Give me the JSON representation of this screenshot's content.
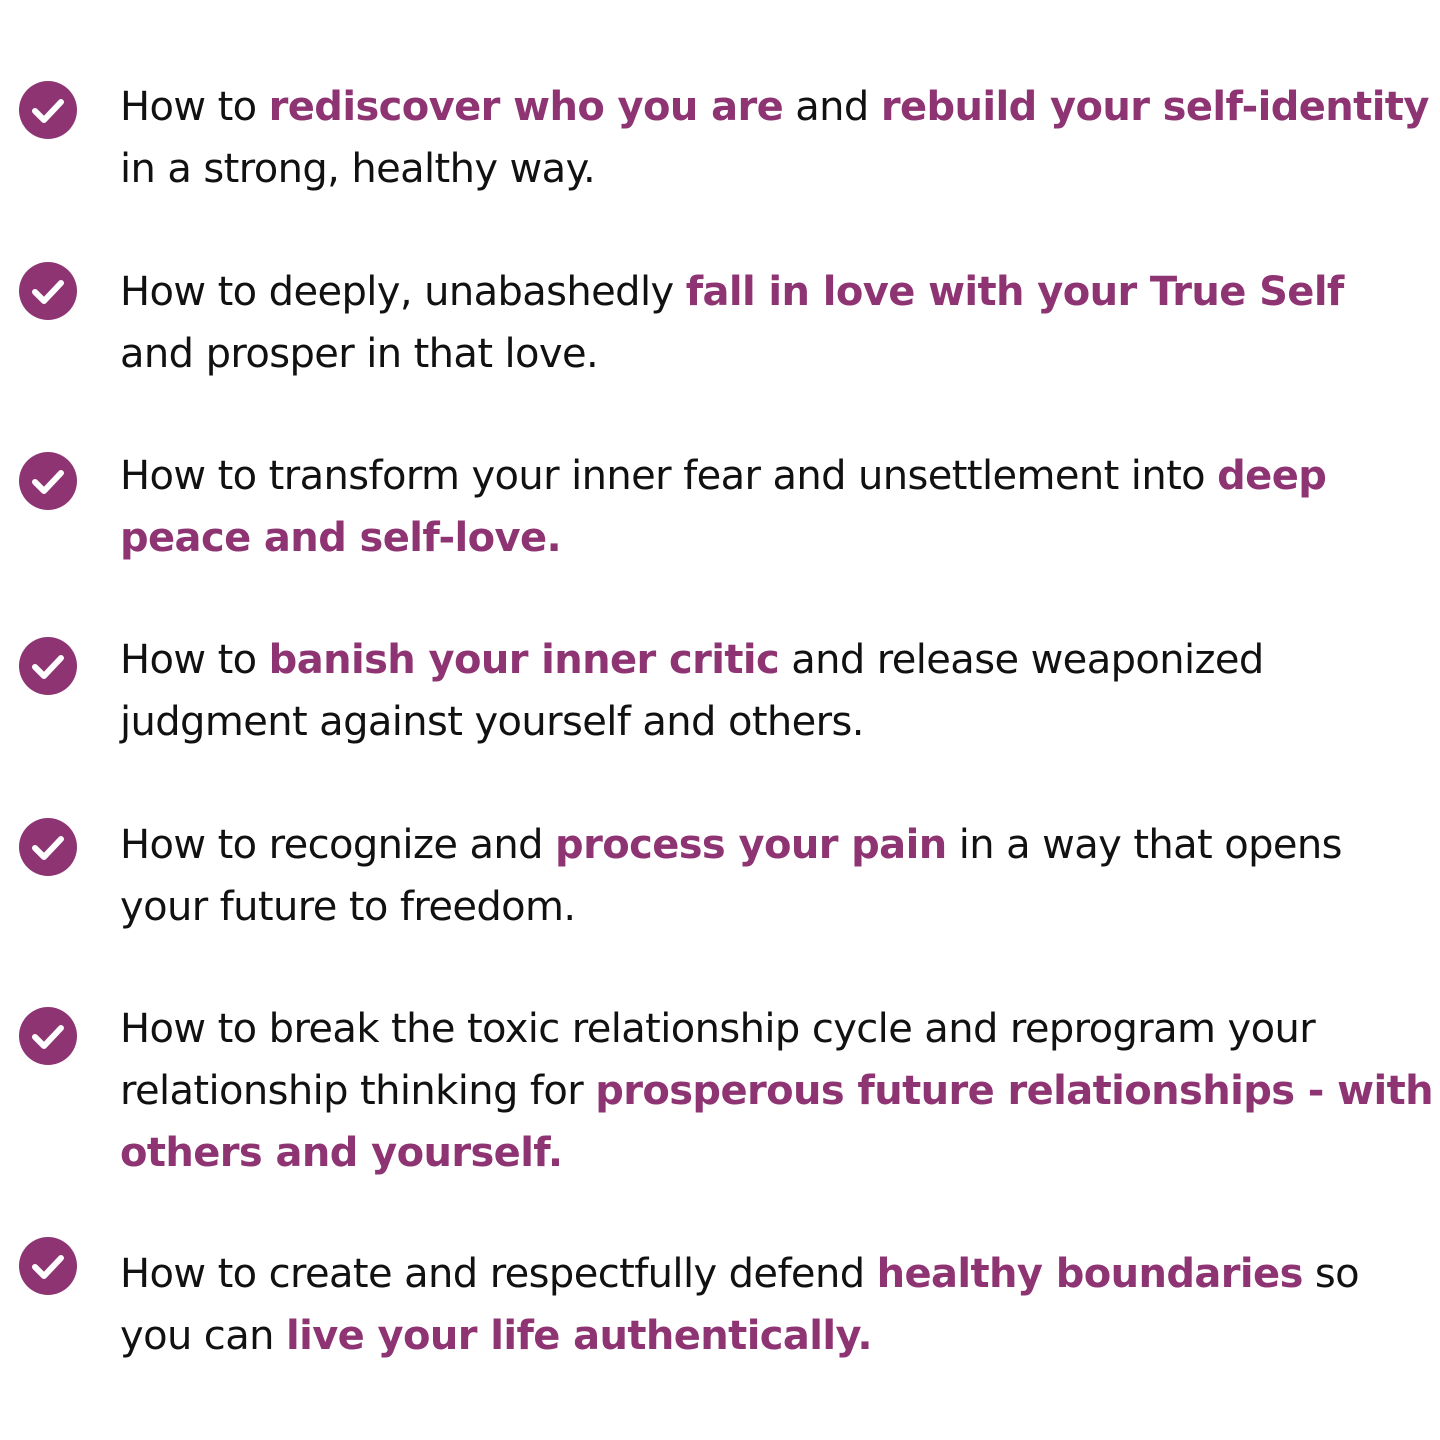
{
  "colors": {
    "accent": "#8e3473",
    "text": "#111111",
    "background": "#ffffff"
  },
  "icon": "check-circle-icon",
  "items": [
    {
      "lines": [
        [
          {
            "t": "How to "
          },
          {
            "t": "rediscover who you are",
            "hl": true
          },
          {
            "t": " and "
          },
          {
            "t": "rebuild your self-identity",
            "hl": true
          }
        ],
        [
          {
            "t": "in a strong, healthy way."
          }
        ]
      ]
    },
    {
      "lines": [
        [
          {
            "t": "How to deeply, unabashedly "
          },
          {
            "t": "fall in love with your True Self",
            "hl": true
          }
        ],
        [
          {
            "t": "and prosper in that love."
          }
        ]
      ]
    },
    {
      "lines": [
        [
          {
            "t": "How to transform your inner fear and unsettlement into "
          },
          {
            "t": "deep",
            "hl": true
          }
        ],
        [
          {
            "t": "peace and self-love.",
            "hl": true
          }
        ]
      ]
    },
    {
      "lines": [
        [
          {
            "t": "How to "
          },
          {
            "t": "banish your inner critic",
            "hl": true
          },
          {
            "t": " and release weaponized"
          }
        ],
        [
          {
            "t": "judgment against yourself and others."
          }
        ]
      ]
    },
    {
      "lines": [
        [
          {
            "t": "How to recognize and "
          },
          {
            "t": "process your pain",
            "hl": true
          },
          {
            "t": " in a way that opens"
          }
        ],
        [
          {
            "t": "your future to freedom."
          }
        ]
      ]
    },
    {
      "lines": [
        [
          {
            "t": "How to break the toxic relationship cycle and reprogram your"
          }
        ],
        [
          {
            "t": "relationship thinking for "
          },
          {
            "t": "prosperous future relationships - with",
            "hl": true
          }
        ],
        [
          {
            "t": "others and yourself.",
            "hl": true
          }
        ]
      ]
    },
    {
      "lines": [
        [
          {
            "t": "How to create and respectfully defend "
          },
          {
            "t": "healthy boundaries",
            "hl": true
          },
          {
            "t": " so"
          }
        ],
        [
          {
            "t": "you can "
          },
          {
            "t": "live your life authentically.",
            "hl": true
          }
        ]
      ]
    }
  ]
}
